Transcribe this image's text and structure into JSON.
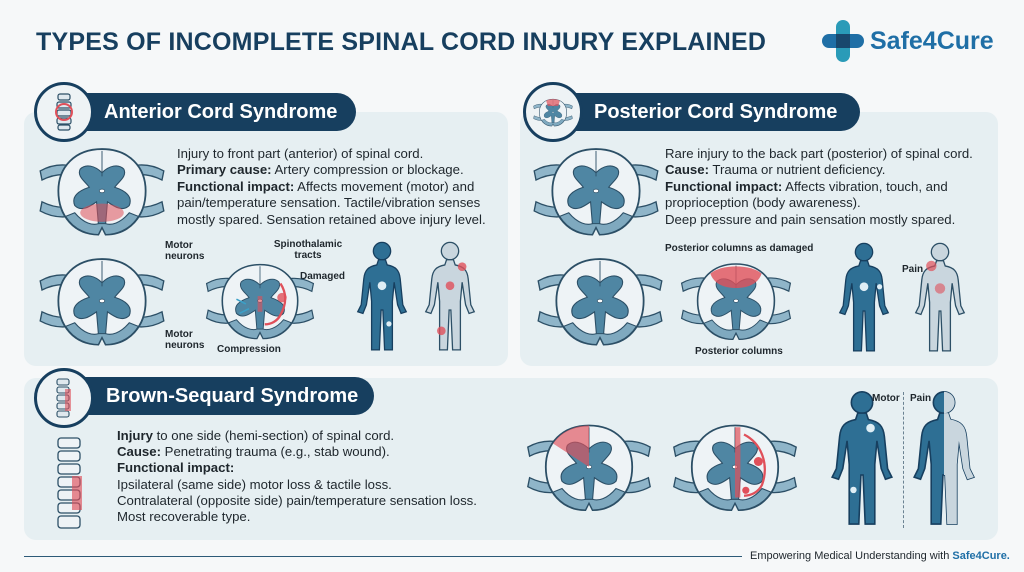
{
  "title": "TYPES OF INCOMPLETE SPINAL CORD INJURY EXPLAINED",
  "logo": {
    "name": "Safe4Cure",
    "icon": "medical-cross-icon",
    "colors": {
      "primary": "#1f6fa6",
      "secondary": "#2a9bb8",
      "dark": "#173f5f"
    }
  },
  "colors": {
    "navy": "#173f5f",
    "cord_blue": "#4f86a3",
    "damage_red": "#e0505a",
    "panel": "#e6eff2"
  },
  "sections": {
    "anterior": {
      "heading": "Anterior Cord Syndrome",
      "line1": "Injury to front part (anterior) of spinal cord.",
      "cause_label": "Primary cause:",
      "cause": " Artery compression or blockage.",
      "impact_label": "Functional impact:",
      "impact": " Affects movement (motor) and pain/temperature sensation. Tactile/vibration senses mostly spared. Sensation retained above injury level.",
      "labels": {
        "motor_top": "Motor neurons",
        "spinothalamic": "Spinothalamic tracts",
        "damaged": "Damaged",
        "motor_bottom": "Motor neurons",
        "compression": "Compression"
      }
    },
    "posterior": {
      "heading": "Posterior Cord Syndrome",
      "line1": "Rare injury to the back part (posterior) of spinal cord.",
      "cause_label": "Cause:",
      "cause": " Trauma or nutrient deficiency.",
      "impact_label": "Functional impact:",
      "impact": " Affects vibration, touch, and proprioception (body awareness).",
      "line4": "Deep pressure and pain sensation mostly spared.",
      "labels": {
        "damaged": "Posterior columns as damaged",
        "columns": "Posterior columns",
        "pain": "Pain"
      }
    },
    "brown": {
      "heading": "Brown-Sequard Syndrome",
      "injury_label": "Injury",
      "injury": " to one side (hemi-section) of spinal cord.",
      "cause_label": "Cause:",
      "cause": " Penetrating trauma (e.g., stab wound).",
      "impact_label": "Functional impact:",
      "ipsi": "Ipsilateral (same side) motor loss & tactile loss.",
      "contra": "Contralateral (opposite side) pain/temperature sensation loss.",
      "recover": "Most recoverable type.",
      "labels": {
        "motor": "Motor",
        "pain": "Pain"
      }
    }
  },
  "footer": {
    "text": "Empowering Medical Understanding with ",
    "brand": "Safe4Cure."
  }
}
